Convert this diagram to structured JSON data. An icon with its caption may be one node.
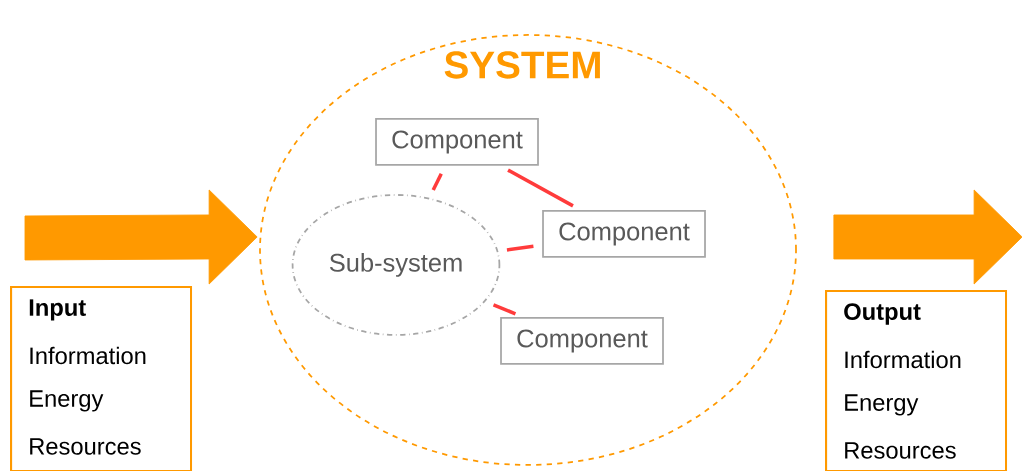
{
  "diagram": {
    "nodes": [
      {
        "text": [
          "SYSTEM"
        ]
      },
      {
        "text": [
          "Component"
        ],
        "in": 0
      },
      {
        "text": [
          "Sub-system"
        ],
        "in": 0
      },
      {
        "text": [
          "Component"
        ],
        "in": 0
      },
      {
        "text": [
          "Component"
        ],
        "in": 0
      },
      {
        "text": [
          "Input",
          "Information",
          "Energy",
          "Resources"
        ]
      },
      {
        "text": [
          "Output",
          "Information",
          "Energy",
          "Resources"
        ]
      }
    ],
    "edges": [
      {
        "from": 5,
        "to": 0,
        "arrow": "to",
        "style": "thick",
        "color": "#ff9900"
      },
      {
        "from": 0,
        "to": 6,
        "arrow": "to",
        "style": "thick",
        "color": "#ff9900"
      },
      {
        "from": 2,
        "to": 1,
        "arrow": "none"
      },
      {
        "from": 1,
        "to": 3,
        "arrow": "none"
      },
      {
        "from": 2,
        "to": 3,
        "arrow": "none"
      },
      {
        "from": 2,
        "to": 4,
        "arrow": "none"
      }
    ]
  }
}
